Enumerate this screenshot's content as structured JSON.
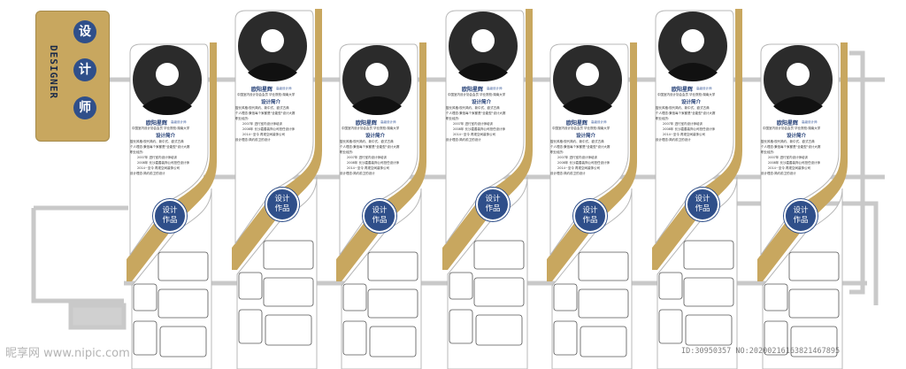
{
  "title": {
    "chars": [
      "设",
      "计",
      "师"
    ],
    "english": "DESIGNER"
  },
  "panels": [
    {
      "name": "欧阳星辉",
      "role": "高级设计师",
      "section": "设计简介",
      "badge_top": "设计",
      "badge_bottom": "作品",
      "intro_head": "中国室内设计协会会员 毕业院校:湖南大学",
      "intro_lines": [
        "擅长风格:现代简约、新中式、欧式古典",
        "个人理念:秉信每个家都是\"全能型\"设计大赛",
        "职业经历:",
        "2007年  进行室内设计师培训",
        "2008年  长沙嘉善装饰公司担任设计师",
        "2014~至今 再现空间装饰公司",
        "设计理念:简约前卫的设计"
      ]
    },
    {
      "name": "欧阳星辉",
      "role": "高级设计师",
      "section": "设计简介",
      "badge_top": "设计",
      "badge_bottom": "作品",
      "intro_head": "中国室内设计协会会员 毕业院校:湖南大学",
      "intro_lines": [
        "擅长风格:现代简约、新中式、欧式古典",
        "个人理念:秉信每个家都是\"全能型\"设计大赛",
        "职业经历:",
        "2007年  进行室内设计师培训",
        "2008年  长沙嘉善装饰公司担任设计师",
        "2014~至今 再现空间装饰公司",
        "设计理念:简约前卫的设计"
      ]
    },
    {
      "name": "欧阳星辉",
      "role": "高级设计师",
      "section": "设计简介",
      "badge_top": "设计",
      "badge_bottom": "作品",
      "intro_head": "中国室内设计协会会员 毕业院校:湖南大学",
      "intro_lines": [
        "擅长风格:现代简约、新中式、欧式古典",
        "个人理念:秉信每个家都是\"全能型\"设计大赛",
        "职业经历:",
        "2007年  进行室内设计师培训",
        "2008年  长沙嘉善装饰公司担任设计师",
        "2014~至今 再现空间装饰公司",
        "设计理念:简约前卫的设计"
      ]
    },
    {
      "name": "欧阳星辉",
      "role": "高级设计师",
      "section": "设计简介",
      "badge_top": "设计",
      "badge_bottom": "作品",
      "intro_head": "中国室内设计协会会员 毕业院校:湖南大学",
      "intro_lines": [
        "擅长风格:现代简约、新中式、欧式古典",
        "个人理念:秉信每个家都是\"全能型\"设计大赛",
        "职业经历:",
        "2007年  进行室内设计师培训",
        "2008年  长沙嘉善装饰公司担任设计师",
        "2014~至今 再现空间装饰公司",
        "设计理念:简约前卫的设计"
      ]
    },
    {
      "name": "欧阳星辉",
      "role": "高级设计师",
      "section": "设计简介",
      "badge_top": "设计",
      "badge_bottom": "作品",
      "intro_head": "中国室内设计协会会员 毕业院校:湖南大学",
      "intro_lines": [
        "擅长风格:现代简约、新中式、欧式古典",
        "个人理念:秉信每个家都是\"全能型\"设计大赛",
        "职业经历:",
        "2007年  进行室内设计师培训",
        "2008年  长沙嘉善装饰公司担任设计师",
        "2014~至今 再现空间装饰公司",
        "设计理念:简约前卫的设计"
      ]
    },
    {
      "name": "欧阳星辉",
      "role": "高级设计师",
      "section": "设计简介",
      "badge_top": "设计",
      "badge_bottom": "作品",
      "intro_head": "中国室内设计协会会员 毕业院校:湖南大学",
      "intro_lines": [
        "擅长风格:现代简约、新中式、欧式古典",
        "个人理念:秉信每个家都是\"全能型\"设计大赛",
        "职业经历:",
        "2007年  进行室内设计师培训",
        "2008年  长沙嘉善装饰公司担任设计师",
        "2014~至今 再现空间装饰公司",
        "设计理念:简约前卫的设计"
      ]
    },
    {
      "name": "欧阳星辉",
      "role": "高级设计师",
      "section": "设计简介",
      "badge_top": "设计",
      "badge_bottom": "作品",
      "intro_head": "中国室内设计协会会员 毕业院校:湖南大学",
      "intro_lines": [
        "擅长风格:现代简约、新中式、欧式古典",
        "个人理念:秉信每个家都是\"全能型\"设计大赛",
        "职业经历:",
        "2007年  进行室内设计师培训",
        "2008年  长沙嘉善装饰公司担任设计师",
        "2014~至今 再现空间装饰公司",
        "设计理念:简约前卫的设计"
      ]
    }
  ],
  "watermark": {
    "logo": "昵享网 www.nipic.com",
    "id": "ID:30950357 NO:20200216163821467895"
  },
  "colors": {
    "gold": "#c8a75f",
    "navy": "#2f4f8a",
    "connector": "#c9c9c9"
  }
}
